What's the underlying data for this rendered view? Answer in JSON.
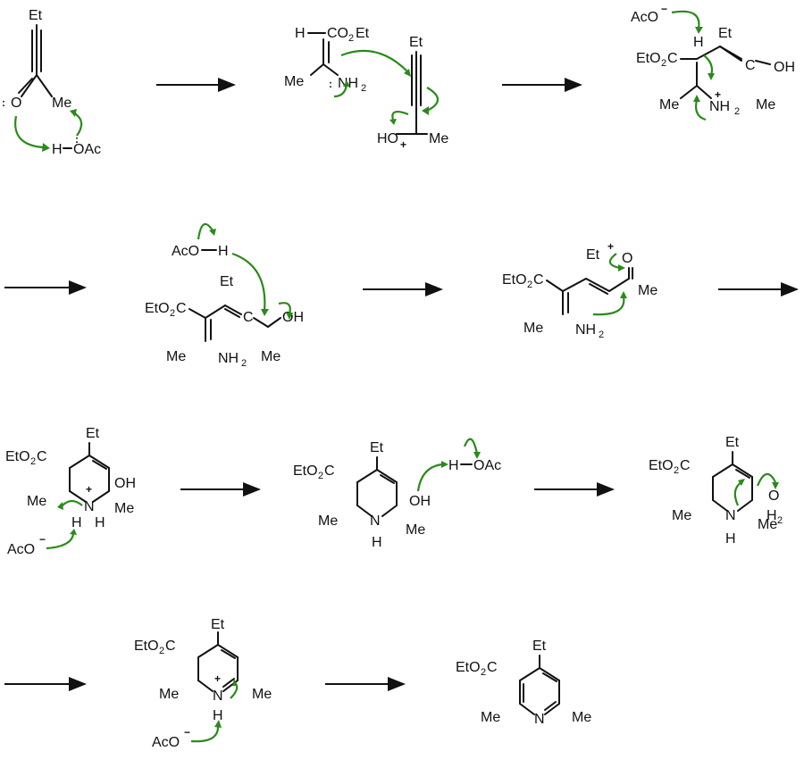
{
  "colors": {
    "ink": "#111111",
    "curly_arrow": "#2a8a1a",
    "background": "#ffffff"
  },
  "groups": {
    "et": "Et",
    "me": "Me",
    "co2et": "CO",
    "eto2c": "EtO",
    "two": "2",
    "c": "C",
    "ch": "C",
    "h": "H",
    "o": "O",
    "oh": "OH",
    "ho": "HO",
    "nh": "NH",
    "n": "N",
    "et_oac": "OAc",
    "aco": "AcO",
    "ac": "Ac",
    "h2": "H",
    "hac": "H",
    "plus": "+",
    "minus": "−",
    "lone_pair": ":"
  },
  "arrows": {
    "reaction_icon": "long-right-arrow",
    "curly_icon": "curved-electron-arrow"
  }
}
